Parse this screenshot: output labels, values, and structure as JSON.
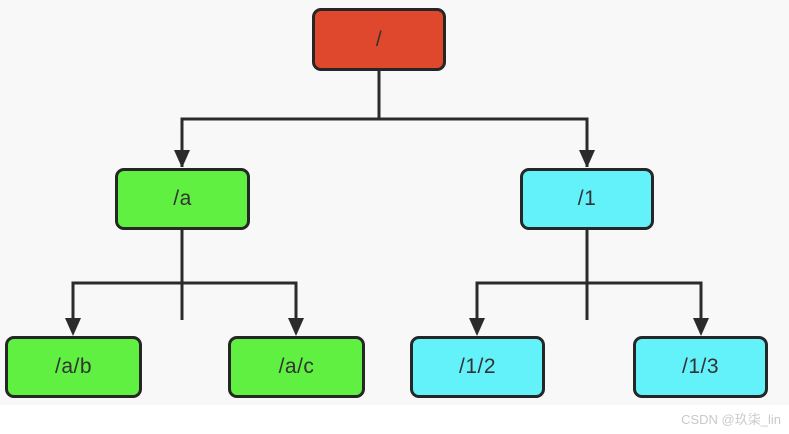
{
  "diagram": {
    "type": "tree",
    "background_color": "#f8f8f8",
    "line_color": "#2b2b2b",
    "border_color": "#262626",
    "nodes": [
      {
        "id": "root",
        "label": "/",
        "color": "#e0482e"
      },
      {
        "id": "a",
        "label": "/a",
        "color": "#5ff041"
      },
      {
        "id": "1",
        "label": "/1",
        "color": "#63f1fa"
      },
      {
        "id": "ab",
        "label": "/a/b",
        "color": "#5ff041"
      },
      {
        "id": "ac",
        "label": "/a/c",
        "color": "#5ff041"
      },
      {
        "id": "12",
        "label": "/1/2",
        "color": "#63f1fa"
      },
      {
        "id": "13",
        "label": "/1/3",
        "color": "#63f1fa"
      }
    ],
    "edges": [
      {
        "from": "/",
        "to": "/a"
      },
      {
        "from": "/",
        "to": "/1"
      },
      {
        "from": "/a",
        "to": "/a/b"
      },
      {
        "from": "/a",
        "to": "/a/c"
      },
      {
        "from": "/1",
        "to": "/1/2"
      },
      {
        "from": "/1",
        "to": "/1/3"
      }
    ]
  },
  "watermark": {
    "text": "CSDN @玖柒_lin"
  }
}
